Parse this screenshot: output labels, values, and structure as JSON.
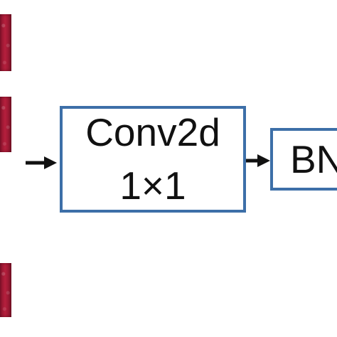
{
  "diagram": {
    "conv_block": {
      "line1": "Conv2d",
      "line2": "1×1"
    },
    "bn_block": {
      "label": "BN"
    }
  },
  "colors": {
    "block_border": "#3d6fa8",
    "arrow": "#111111",
    "feature_map": "#b51f3c"
  }
}
